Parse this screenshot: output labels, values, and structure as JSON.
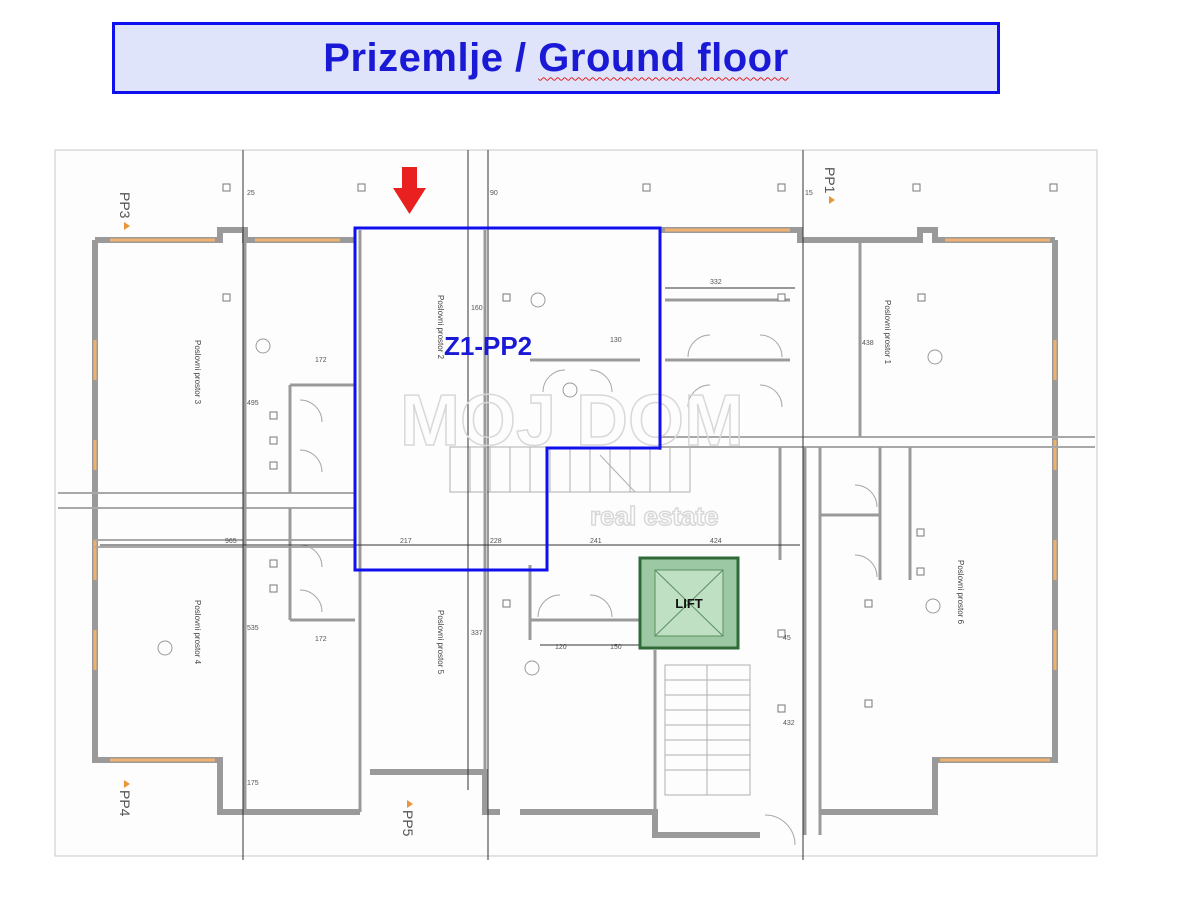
{
  "title": {
    "part1": "Prizemlje / ",
    "part2": "Ground floor"
  },
  "zone": {
    "label": "Z1-PP2"
  },
  "lift": {
    "label": "LIFT"
  },
  "watermark": {
    "line1": "MOJ DOM",
    "line2": "real estate"
  },
  "pp_labels": [
    "PP3",
    "PP1",
    "PP4",
    "PP5"
  ],
  "rooms": [
    "Poslovni prostor 2",
    "Poslovni prostor 3",
    "Poslovni prostor 1",
    "Poslovni prostor 4",
    "Poslovni prostor 5",
    "Poslovni prostor 6"
  ],
  "dimensions": {
    "d172a": "172",
    "d172b": "172",
    "d965": "965",
    "d217": "217",
    "d228": "228",
    "d241": "241",
    "d424": "424",
    "d332": "332",
    "d130": "130",
    "d120": "120",
    "d150": "150",
    "d495": "495",
    "d535": "535",
    "d438": "438",
    "d432": "432",
    "d337": "337",
    "d160": "160",
    "d175": "175",
    "d25": "25",
    "d45": "45",
    "d90": "90",
    "d15": "15"
  },
  "colors": {
    "title_bg": "#e0e4fa",
    "title_text": "#1a1ad6",
    "zone_outline": "#1010ee",
    "lift_fill": "#9cc9a3",
    "arrow": "#e82020",
    "wall": "#9a9a9a"
  }
}
